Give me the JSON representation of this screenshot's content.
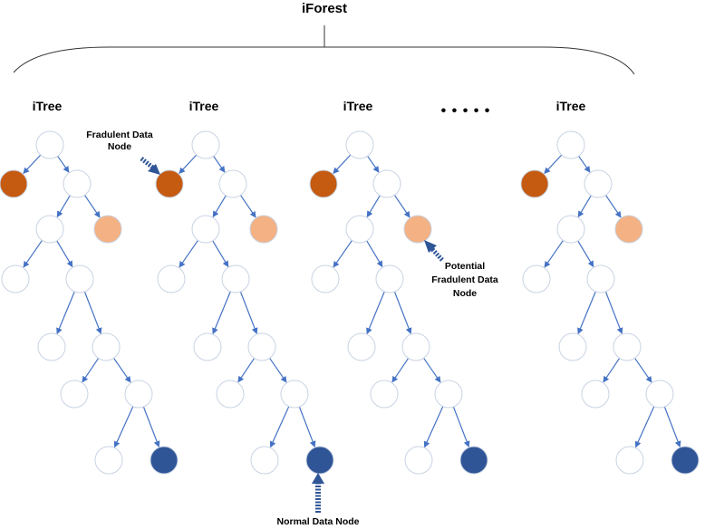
{
  "title": "iForest",
  "tree_label": "iTree",
  "ellipsis": "• • • • •",
  "annotations": {
    "fraudulent_line1": "Fradulent Data",
    "fraudulent_line2": "Node",
    "potential_line1": "Potential",
    "potential_line2": "Fradulent Data",
    "potential_line3": "Node",
    "normal": "Normal Data Node"
  },
  "colors": {
    "fraudulent": "#c55a11",
    "potential": "#f4b183",
    "normal": "#2f5597",
    "empty": "#ffffff",
    "edge": "#4472c4"
  }
}
